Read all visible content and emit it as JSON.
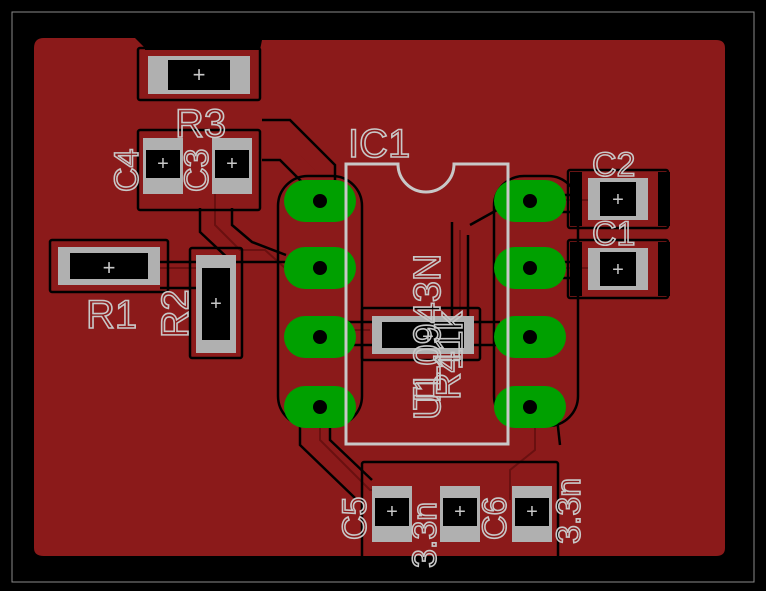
{
  "colors": {
    "background": "#000000",
    "outline": "#8a8a8a",
    "copper": "#8b1a1a",
    "pad": "#00a000",
    "smd_pad": "#b0b0b0",
    "silk": "#c8c8c8",
    "drill": "#000000"
  },
  "labels": {
    "ic1": "IC1",
    "ic1_value": "TL0943N",
    "ic1_value_overlay": "U1",
    "r1": "R1",
    "r2": "R2",
    "r3": "R3",
    "r4_value": "11k",
    "r4_value_overlay": "R4",
    "c1": "C1",
    "c2": "C2",
    "c3": "C3",
    "c4": "C4",
    "c5": "C5",
    "c5_value": "3.3n",
    "c6": "C6",
    "c6_value": "3.3n"
  }
}
